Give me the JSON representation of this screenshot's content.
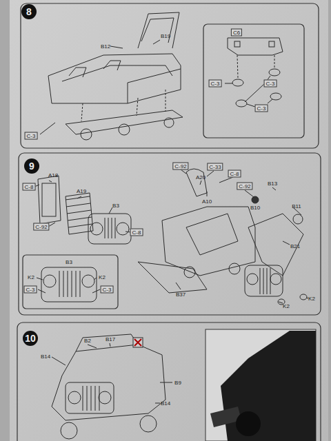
{
  "diagram": {
    "nodes": [
      {
        "text": [
          "8"
        ]
      },
      {
        "text": [
          "9"
        ]
      },
      {
        "text": [
          "10"
        ]
      }
    ],
    "labels": [
      "B19",
      "B12",
      "C-3",
      "C6",
      "C-3",
      "C-3",
      "C-3",
      "C-8",
      "A18",
      "A19",
      "B3",
      "C-8",
      "C-92",
      "B3",
      "K2",
      "K2",
      "C-3",
      "C-3",
      "C-92",
      "C-33",
      "C-8",
      "A20",
      "A10",
      "C-92",
      "B13",
      "B10",
      "B11",
      "B21",
      "B37",
      "K2",
      "K2",
      "B2",
      "B17",
      "B14",
      "B9",
      "B14"
    ]
  }
}
